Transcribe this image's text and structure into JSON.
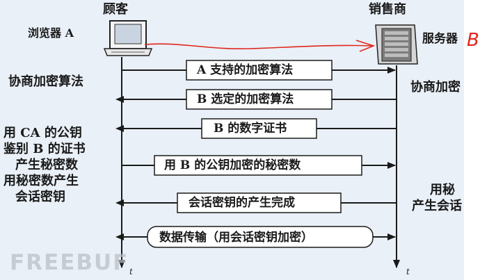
{
  "header": {
    "customer": "顾客",
    "seller": "销售商"
  },
  "labels": {
    "browser": "浏览器 A",
    "server": "服务器",
    "server_handwritten": "B"
  },
  "left": {
    "negotiate": "协商加密算法",
    "lines": [
      "用 CA 的公钥",
      "鉴别 B 的证书",
      "产生秘密数",
      "用秘密数产生",
      "会话密钥"
    ]
  },
  "right": {
    "negotiate": "协商加密",
    "lines": [
      "用秘",
      "产生会话"
    ]
  },
  "messages": [
    {
      "text": "A 支持的加密算法",
      "direction": "right"
    },
    {
      "text": "B 选定的加密算法",
      "direction": "left"
    },
    {
      "text": "B 的数字证书",
      "direction": "left"
    },
    {
      "text": "用 B 的公钥加密的秘密数",
      "direction": "right"
    },
    {
      "text": "会话密钥的产生完成",
      "direction": "left"
    },
    {
      "text": "数据传输（用会话密钥加密）",
      "direction": "both"
    }
  ],
  "axis_label": "t",
  "watermark": "FREEBUF",
  "colors": {
    "board": "#e9f0f7",
    "ink": "#1a1a1a",
    "handwriting": "#e0261d"
  },
  "icons": {
    "client": "computer-icon",
    "server": "server-tower-icon"
  }
}
